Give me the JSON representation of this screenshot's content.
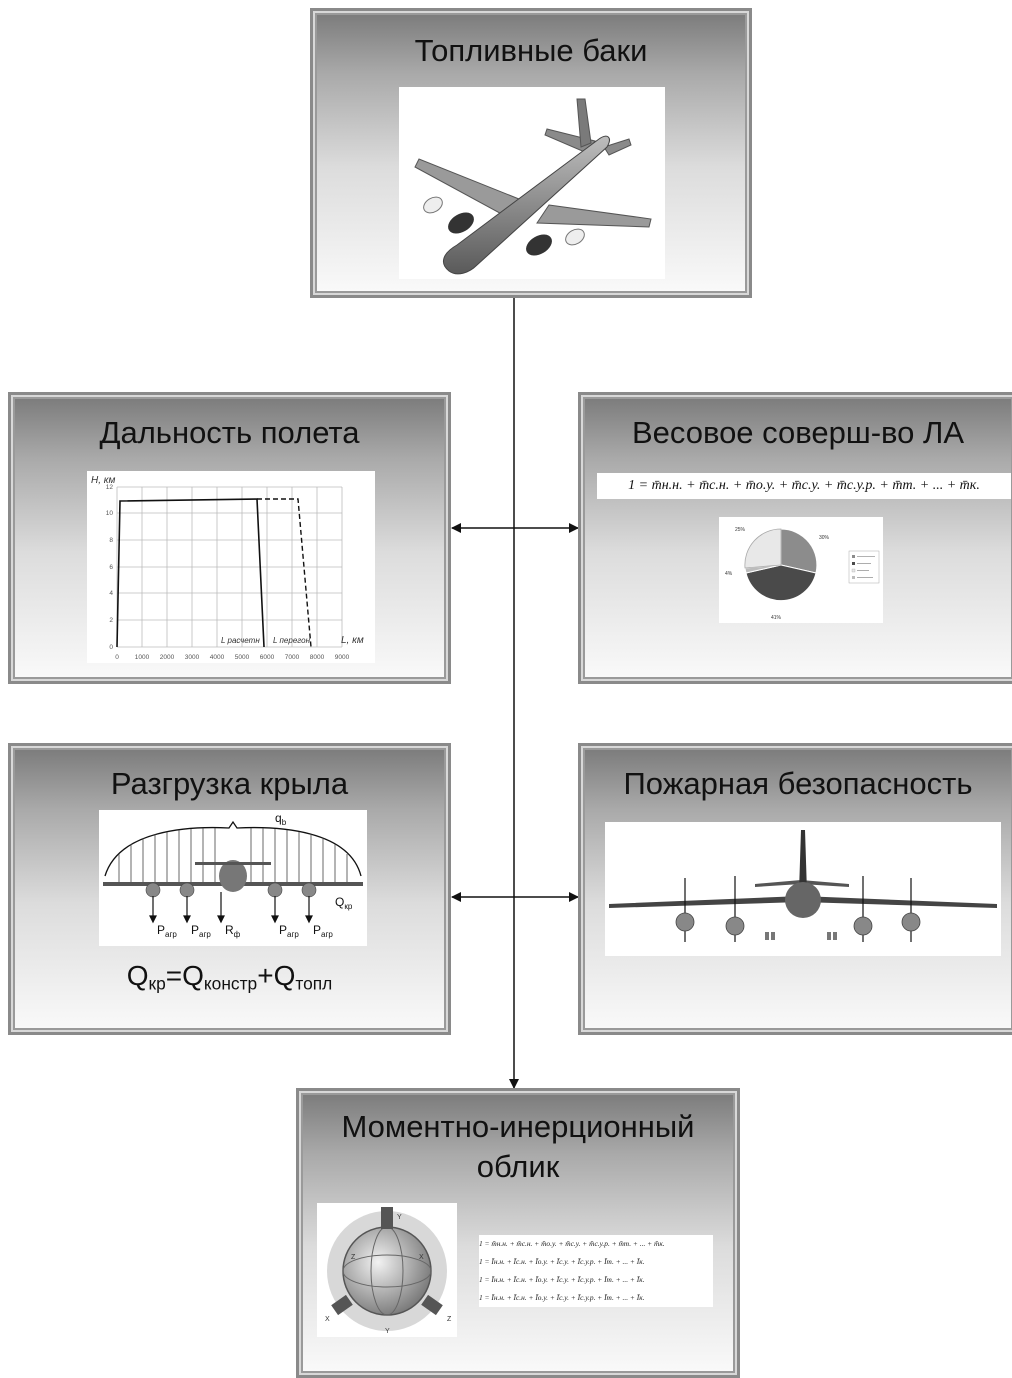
{
  "boxes": {
    "fuel_tanks": {
      "title": "Топливные баки"
    },
    "flight_range": {
      "title": "Дальность полета"
    },
    "weight": {
      "title": "Весовое соверш-во ЛА"
    },
    "wing_unloading": {
      "title": "Разгрузка крыла"
    },
    "fire_safety": {
      "title": "Пожарная безопасность"
    },
    "moment_inertia": {
      "title_line1": "Моментно-инерционный",
      "title_line2": "облик"
    }
  },
  "range_chart": {
    "ylabel": "H, км",
    "xlabel": "L, км",
    "label_calc": "L расчетн",
    "label_ferry": "L перегон",
    "x_ticks": [
      "0",
      "1000",
      "2000",
      "3000",
      "4000",
      "5000",
      "6000",
      "7000",
      "8000",
      "9000"
    ],
    "y_ticks": [
      "0",
      "2",
      "4",
      "6",
      "8",
      "10",
      "12"
    ]
  },
  "weight_formula": "1 = m̄н.н. + m̄с.н. + m̄о.у. + m̄с.у. + m̄с.у.р. + m̄т. + ... + m̄к.",
  "pie": {
    "labels": [
      "25%",
      "30%",
      "4%",
      "41%"
    ]
  },
  "wing_labels": {
    "q": "q",
    "q_sub": "b",
    "Q": "Q",
    "Q_sub": "кр",
    "P": "P",
    "P_sub": "агр",
    "R": "R",
    "R_sub": "ф"
  },
  "wing_formula": {
    "q1": "Q",
    "s1": "кр",
    "eq": "=",
    "q2": "Q",
    "s2": "констр",
    "plus": "+",
    "q3": "Q",
    "s3": "топл"
  },
  "inertia_formulas": [
    "1 = m̄н.н. + m̄с.н. + m̄о.у. + m̄с.у. + m̄с.у.р. + m̄т. + ... + m̄к.",
    "1 = Īн.н. + Īс.н. + Īо.у. + Īс.у. + Īс.у.р. + Īт. + ... + Īк.",
    "1 = Īн.н. + Īс.н. + Īо.у. + Īс.у. + Īс.у.р. + Īт. + ... + Īк.",
    "1 = Īн.н. + Īс.н. + Īо.у. + Īс.у. + Īс.у.р. + Īт. + ... + Īк."
  ],
  "gyro_axes": [
    "Y",
    "X",
    "Z",
    "Z",
    "X",
    "Y"
  ]
}
